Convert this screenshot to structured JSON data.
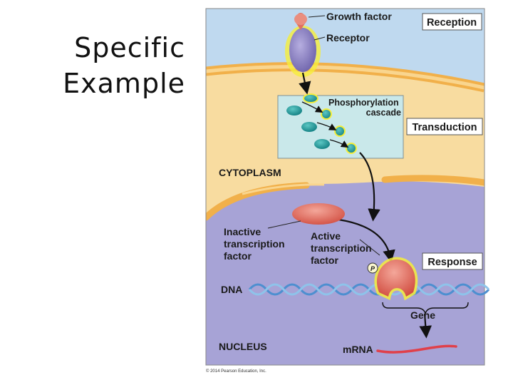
{
  "slide": {
    "title": "Specific\nExample"
  },
  "labels": {
    "growth_factor": "Growth factor",
    "receptor": "Receptor",
    "reception": "Reception",
    "phosphorylation": "Phosphorylation",
    "cascade": "cascade",
    "transduction": "Transduction",
    "cytoplasm": "CYTOPLASM",
    "inactive_1": "Inactive",
    "inactive_2": "transcription",
    "inactive_3": "factor",
    "active_1": "Active",
    "active_2": "transcription",
    "active_3": "factor",
    "phosphate": "P",
    "response": "Response",
    "dna": "DNA",
    "gene": "Gene",
    "nucleus": "NUCLEUS",
    "mrna": "mRNA",
    "copyright": "© 2014 Pearson Education, Inc."
  },
  "colors": {
    "extracellular": "#bfd9ef",
    "cytoplasm": "#f8dca0",
    "membrane": "#f1b04a",
    "nucleus": "#a7a3d6",
    "receptor": "#8a7fc0",
    "growth_factor": "#e07060",
    "cascade_box": "#c9e8ea",
    "kinase": "#1f9a9a",
    "transcription_factor": "#e46d5e",
    "dna": "#4d8fd0",
    "mrna": "#e0404a",
    "highlight": "#f6ee3a"
  }
}
